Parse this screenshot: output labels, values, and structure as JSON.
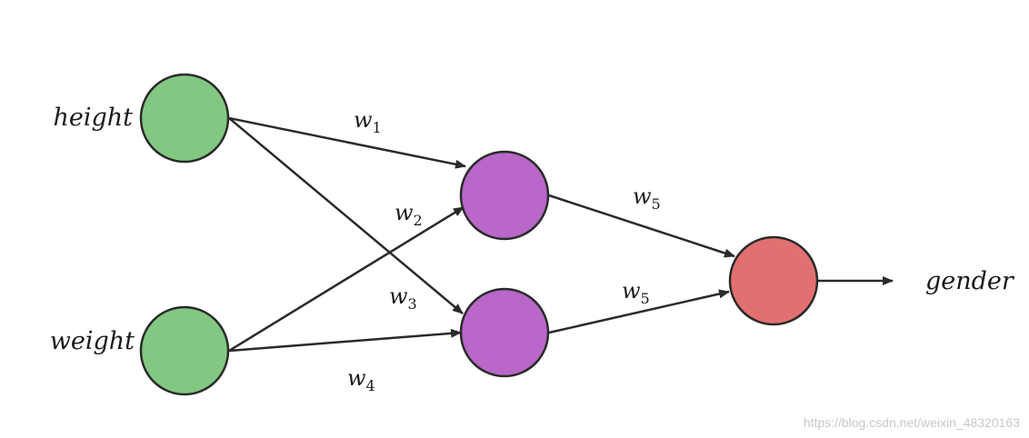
{
  "nodes": {
    "input_1": {
      "label": "height",
      "color": "#82c882"
    },
    "input_2": {
      "label": "weight",
      "color": "#82c882"
    },
    "hidden_1": {
      "color": "#b967c8"
    },
    "hidden_2": {
      "color": "#b967c8"
    },
    "output": {
      "label": "gender",
      "color": "#e37070"
    }
  },
  "edges": {
    "height_to_hidden_1": {
      "weight": "w",
      "sub": "1"
    },
    "weight_to_hidden_1": {
      "weight": "w",
      "sub": "2"
    },
    "height_to_hidden_2": {
      "weight": "w",
      "sub": "3"
    },
    "weight_to_hidden_2": {
      "weight": "w",
      "sub": "4"
    },
    "hidden_1_to_output": {
      "weight": "w",
      "sub": "5"
    },
    "hidden_2_to_output": {
      "weight": "w",
      "sub": "5"
    }
  },
  "watermark": "https://blog.csdn.net/weixin_48320163",
  "colors": {
    "stroke": "#2a2a2a"
  }
}
